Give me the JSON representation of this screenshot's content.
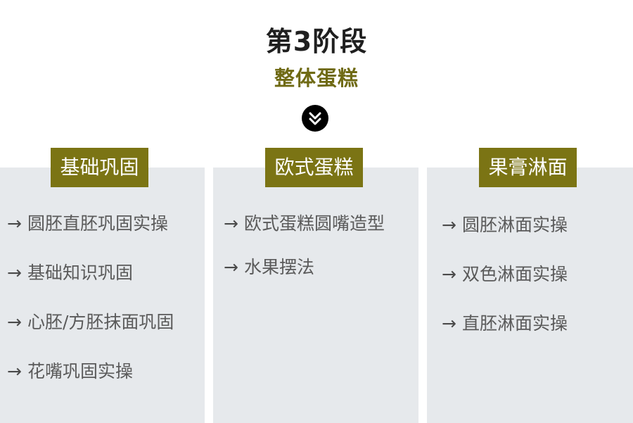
{
  "header": {
    "title": "第3阶段",
    "subtitle": "整体蛋糕",
    "icon": "double-chevron-down-icon"
  },
  "colors": {
    "accent": "#7b7414",
    "subtitle": "#6f6a14",
    "panel_bg": "#e6e9ec",
    "text": "#5a5a5a"
  },
  "arrow_glyph": "→",
  "columns": [
    {
      "tag": "基础巩固",
      "items": [
        "圆胚直胚巩固实操",
        "基础知识巩固",
        "心胚/方胚抹面巩固",
        "花嘴巩固实操"
      ]
    },
    {
      "tag": "欧式蛋糕",
      "items": [
        "欧式蛋糕圆嘴造型",
        "水果摆法"
      ]
    },
    {
      "tag": "果膏淋面",
      "items": [
        "圆胚淋面实操",
        "双色淋面实操",
        "直胚淋面实操"
      ]
    }
  ]
}
